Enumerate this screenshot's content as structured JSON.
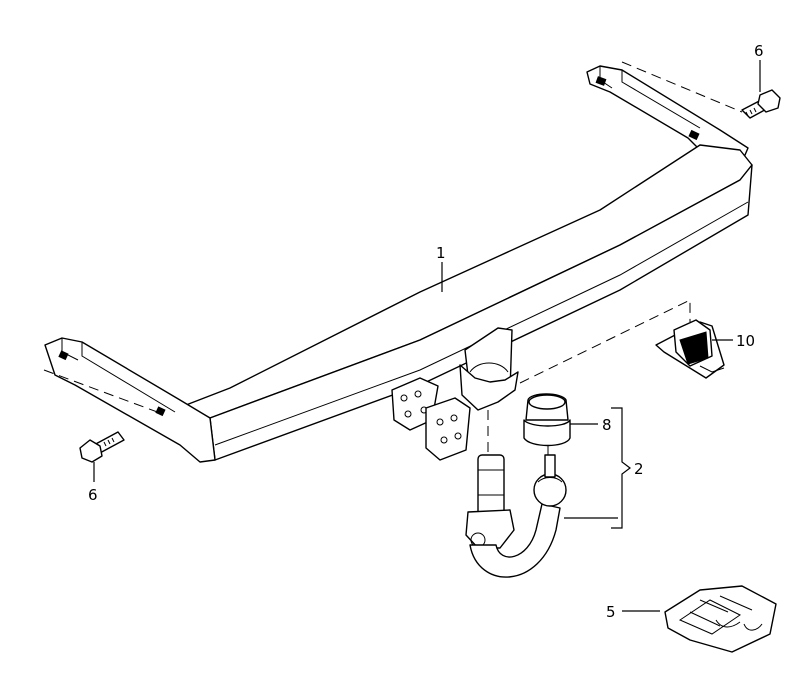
{
  "callouts": {
    "beam": "1",
    "towbar_group": "2",
    "repair_kit": "5",
    "bolt_top": "6",
    "bolt_bottom": "6",
    "ball_cap": "8",
    "socket_cover": "10"
  }
}
